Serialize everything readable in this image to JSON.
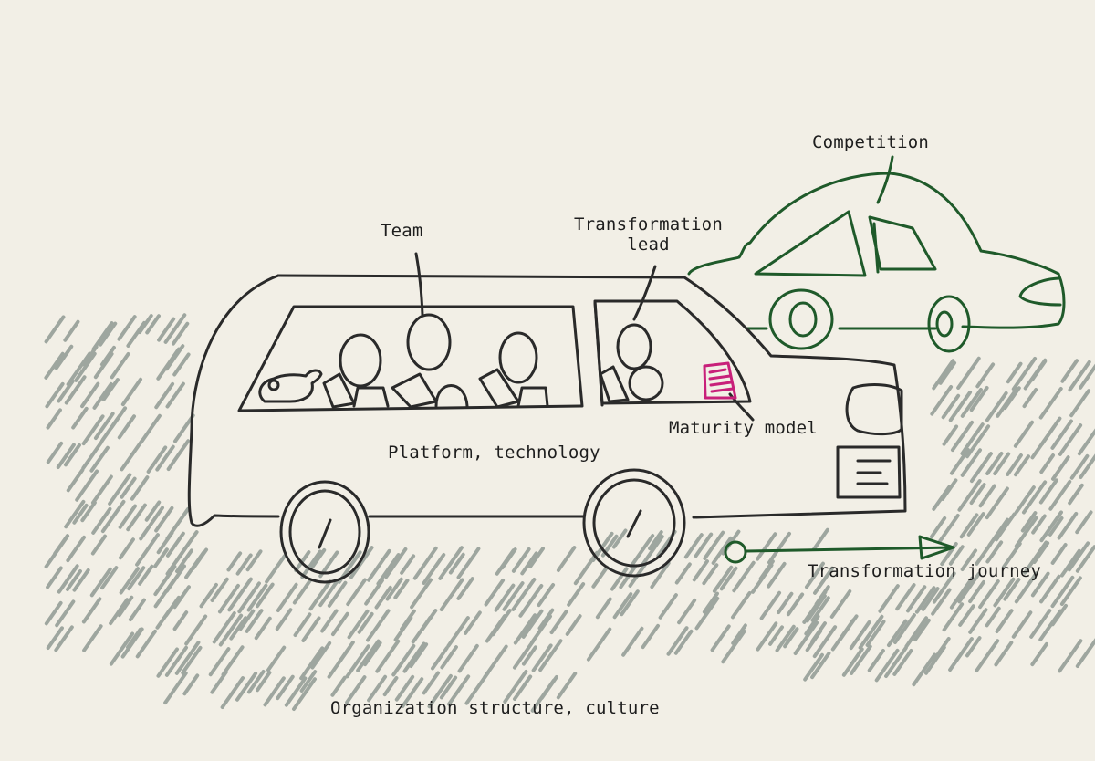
{
  "labels": {
    "competition": "Competition",
    "team": "Team",
    "transformation_lead_line1": "Transformation",
    "transformation_lead_line2": "lead",
    "maturity_model": "Maturity model",
    "platform_technology": "Platform, technology",
    "transformation_journey": "Transformation journey",
    "organization_structure_culture": "Organization structure, culture"
  },
  "colors": {
    "background": "#f2efe6",
    "ink": "#2a2a2a",
    "competition_green": "#1f5a2a",
    "maturity_magenta": "#c8207a",
    "road_hatch": "#5b6b66"
  }
}
